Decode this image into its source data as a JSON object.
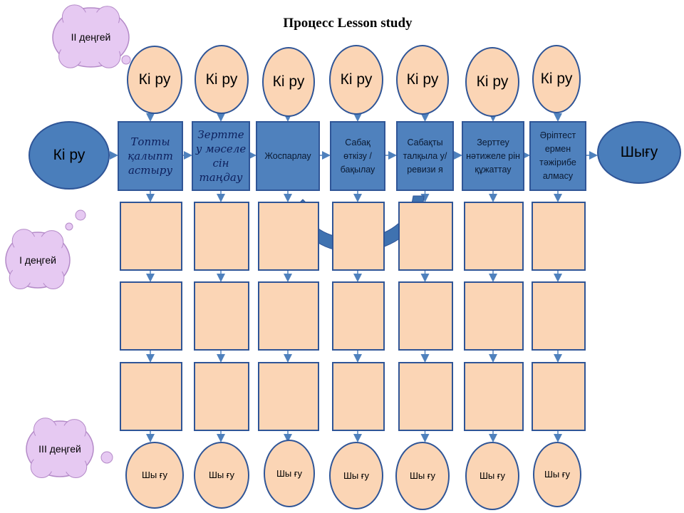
{
  "title": "Процесс Lesson study",
  "entry_label": "Кі ру",
  "exit_label": "Шығу",
  "top_labels": [
    "Кі ру",
    "Кі ру",
    "Кі ру",
    "Кі ру",
    "Кі ру",
    "Кі ру",
    "Кі ру"
  ],
  "steps": [
    "Топты қалыпт астыру",
    "Зертте у мәселе сін таңдау",
    "Жоспарлау",
    "Сабақ өткізу / бақылау",
    "Сабақты талқыла у/ревизи я",
    "Зерттеу нәтижеле рін құжаттау",
    "Әріптест ермен тәжірибе алмасу"
  ],
  "bottom_labels": [
    "Шы ғу",
    "Шы ғу",
    "Шы ғу",
    "Шы ғу",
    "Шы ғу",
    "Шы ғу",
    "Шы ғу"
  ],
  "levels": {
    "level2": "II деңгей",
    "level1": "I деңгей",
    "level3": "III деңгей"
  },
  "colors": {
    "box_blue": "#4f81bd",
    "peach": "#fbd5b5",
    "border": "#2f5597",
    "cloud": "#e6c9f2"
  }
}
